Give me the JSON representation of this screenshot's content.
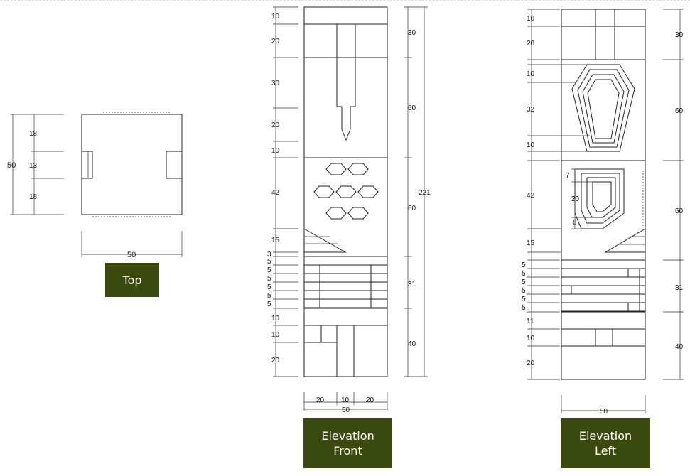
{
  "labels": {
    "top": "Top",
    "front": "Elevation\nFront",
    "left": "Elevation\nLeft"
  },
  "colors": {
    "label_bg": "#3a4a0f",
    "label_text": "#ffffff",
    "line": "#222222"
  },
  "top_view": {
    "left_dims": [
      "18",
      "13",
      "18"
    ],
    "overall_left": "50",
    "bottom_width": "50"
  },
  "front_view": {
    "left_dims": [
      "10",
      "20",
      "30",
      "20",
      "10",
      "42",
      "15",
      "3",
      "5",
      "5",
      "5",
      "5",
      "5",
      "5",
      "10",
      "10",
      "20"
    ],
    "right_dims": [
      "30",
      "60",
      "60",
      "31",
      "40"
    ],
    "overall": "221",
    "bottom_segments": [
      "20",
      "10",
      "20"
    ],
    "bottom_total": "50"
  },
  "left_view": {
    "left_dims": [
      "10",
      "20",
      "10",
      "32",
      "10",
      "7",
      "20",
      "8",
      "42",
      "15",
      "5",
      "5",
      "5",
      "5",
      "5",
      "5",
      "11",
      "10",
      "20"
    ],
    "right_dims": [
      "30",
      "60",
      "60",
      "31",
      "40"
    ],
    "bottom_total": "50"
  }
}
